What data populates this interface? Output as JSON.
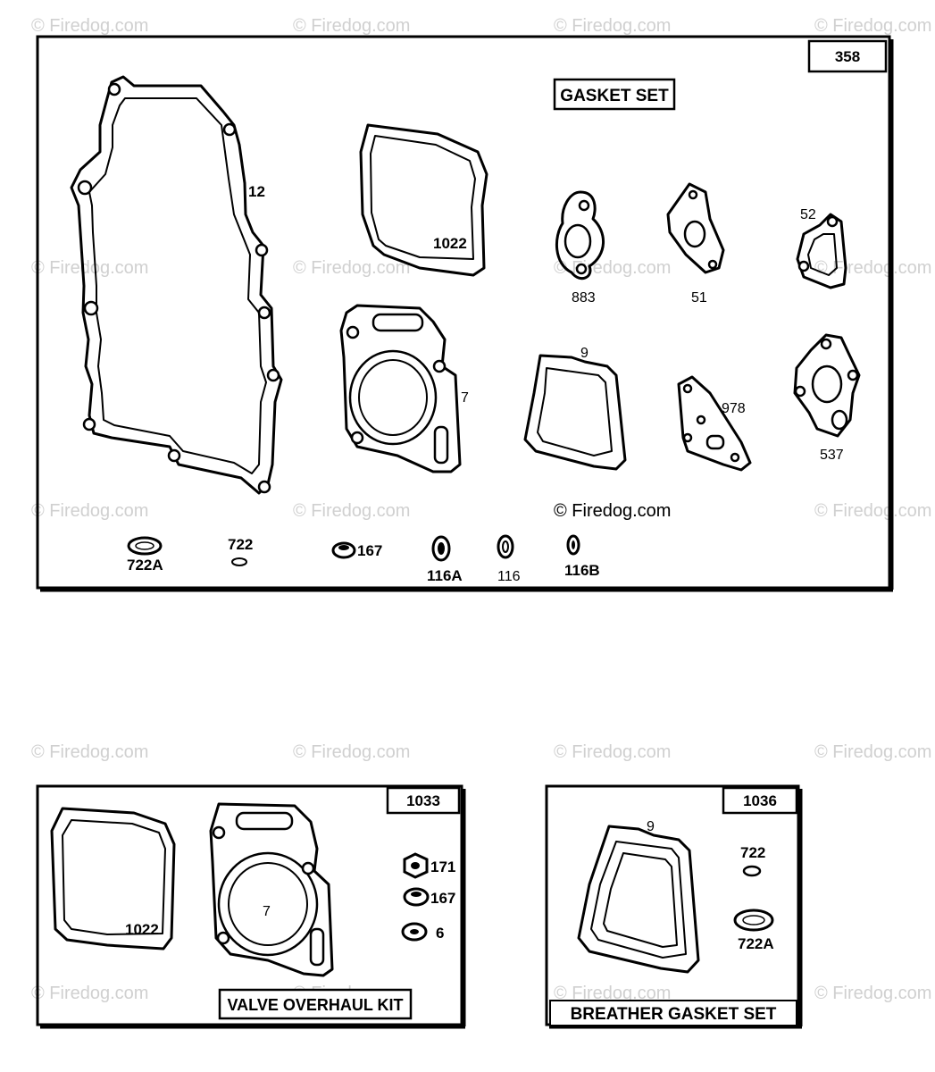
{
  "watermark_text": "© Firedog.com",
  "copyright": "© Firedog.com",
  "panels": {
    "gasket_set": {
      "number": "358",
      "title": "GASKET SET",
      "parts": [
        "12",
        "1022",
        "883",
        "51",
        "52",
        "7",
        "9",
        "978",
        "537",
        "722A",
        "722",
        "167",
        "116A",
        "116",
        "116B"
      ]
    },
    "valve_overhaul_kit": {
      "number": "1033",
      "title": "VALVE OVERHAUL KIT",
      "parts": [
        "1022",
        "7",
        "171",
        "167",
        "6"
      ]
    },
    "breather_gasket_set": {
      "number": "1036",
      "title": "BREATHER GASKET SET",
      "parts": [
        "9",
        "722",
        "722A"
      ]
    }
  }
}
